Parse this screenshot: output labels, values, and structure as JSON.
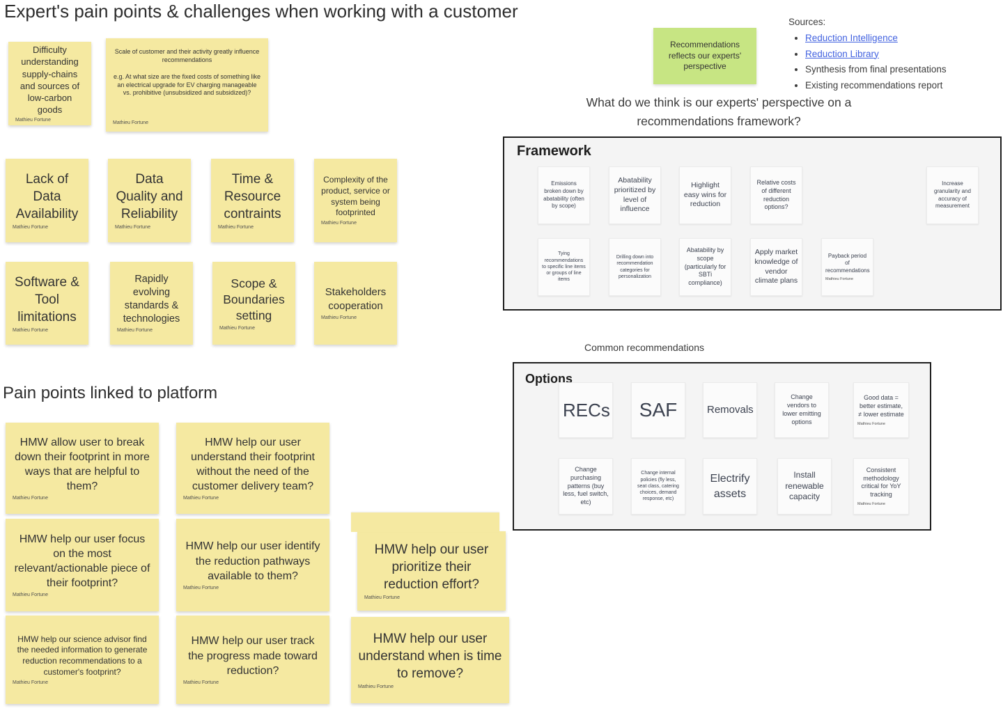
{
  "board": {
    "main_title": "Expert's pain points & challenges when working with a customer",
    "platform_title": "Pain points linked to platform",
    "framework_question": "What do we think is our experts' perspective on a recommendations framework?",
    "common_recommendations_label": "Common recommendations",
    "author": "Mathieu Fortune"
  },
  "colors": {
    "sticky-yellow": "#F5E9A1",
    "sticky-green": "#C7E583",
    "note-white": "#FBFBFB",
    "panel-bg": "#F4F4F4",
    "panel-border": "#1E1E1E",
    "link-blue": "#4262E0"
  },
  "green_note": {
    "text": "Recommendations reflects our experts' perspective"
  },
  "sources": {
    "label": "Sources:",
    "items": [
      {
        "label": "Reduction Intelligence",
        "is_link": true
      },
      {
        "label": "Reduction Library",
        "is_link": true
      },
      {
        "label": "Synthesis from final presentations",
        "is_link": false
      },
      {
        "label": "Existing recommendations report",
        "is_link": false
      }
    ]
  },
  "expert_notes": [
    {
      "text": "Difficulty understanding supply-chains and sources of low-carbon goods"
    },
    {
      "text": "Scale of customer and their activity greatly influence recommendations\n\ne.g. At what size are the fixed costs of something like an electrical upgrade for EV charging manageable vs. prohibitive (unsubsidized and subsidized)?"
    },
    {
      "text": "Lack of Data Availability"
    },
    {
      "text": "Data Quality and Reliability"
    },
    {
      "text": "Time & Resource contraints"
    },
    {
      "text": "Complexity of the product, service or system being footprinted"
    },
    {
      "text": "Software & Tool limitations"
    },
    {
      "text": "Rapidly evolving standards & technologies"
    },
    {
      "text": "Scope & Boundaries setting"
    },
    {
      "text": "Stakeholders cooperation"
    }
  ],
  "platform_notes": [
    {
      "text": "HMW allow user to break down their footprint in more ways that are helpful to them?"
    },
    {
      "text": "HMW help our user understand their footprint without the need of the customer delivery team?"
    },
    {
      "text": "HMW help our user focus on the most relevant/actionable piece of their footprint?"
    },
    {
      "text": "HMW help our user identify the reduction pathways available to them?"
    },
    {
      "text": "HMW help our user prioritize their reduction effort?"
    },
    {
      "text": "HMW help our science advisor find the needed information to generate reduction recommendations to a customer's footprint?"
    },
    {
      "text": "HMW help our user track the progress made toward reduction?"
    },
    {
      "text": "HMW help our user understand when is time to remove?"
    }
  ],
  "framework": {
    "title": "Framework",
    "notes": [
      {
        "text": "Emissions broken down by abatability (often by scope)"
      },
      {
        "text": "Abatability prioritized by level of influence"
      },
      {
        "text": "Highlight easy wins for reduction"
      },
      {
        "text": "Relative costs of different reduction options?"
      },
      {
        "text": "Increase granularity and accuracy of measurement"
      },
      {
        "text": "Tying recommendations to specific line items or groups of line items"
      },
      {
        "text": "Drilling down into recommendation categories for personalization"
      },
      {
        "text": "Abatability by scope (particularly for SBTi compliance)"
      },
      {
        "text": "Apply market knowledge of vendor climate plans"
      },
      {
        "text": "Payback period of recommendations"
      }
    ]
  },
  "options": {
    "title": "Options",
    "notes": [
      {
        "text": "RECs"
      },
      {
        "text": "SAF"
      },
      {
        "text": "Removals"
      },
      {
        "text": "Change vendors to lower emitting options"
      },
      {
        "text": "Good data = better estimate, ≠ lower estimate"
      },
      {
        "text": "Change purchasing patterns (buy less, fuel switch, etc)"
      },
      {
        "text": "Change internal policies (fly less, seat class, catering choices, demand response, etc)"
      },
      {
        "text": "Electrify assets"
      },
      {
        "text": "Install renewable capacity"
      },
      {
        "text": "Consistent methodology critical for YoY tracking"
      }
    ]
  }
}
